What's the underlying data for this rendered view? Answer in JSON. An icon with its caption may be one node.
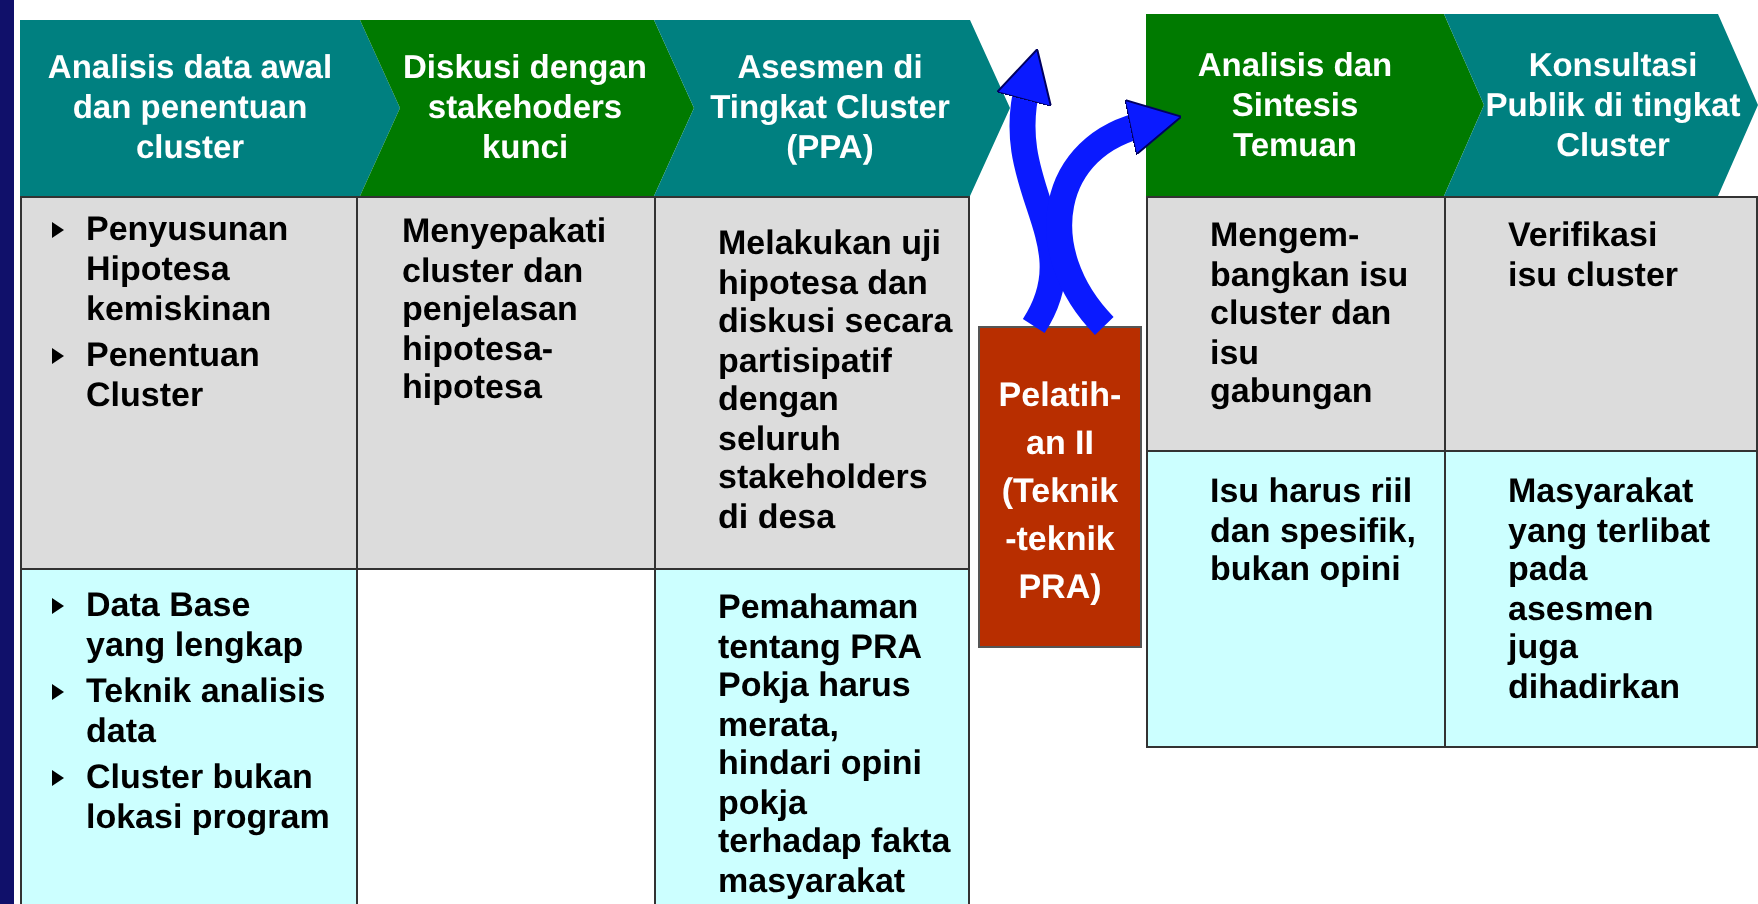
{
  "diagram": {
    "nodes": [
      {
        "text": [
          "Analisis data awal dan penentuan cluster"
        ]
      },
      {
        "text": [
          "Diskusi dengan stakehoders kunci"
        ]
      },
      {
        "text": [
          "Asesmen di Tingkat Cluster (PPA)"
        ]
      },
      {
        "text": [
          "Analisis dan Sintesis Temuan"
        ]
      },
      {
        "text": [
          "Konsultasi Publik di tingkat Cluster"
        ]
      },
      {
        "text": [
          "Penyusunan Hipotesa kemiskinan",
          "Penentuan Cluster"
        ]
      },
      {
        "text": [
          "Menyepakati cluster dan penjelasan hipotesa-hipotesa"
        ]
      },
      {
        "text": [
          "Melakukan uji hipotesa dan diskusi secara partisipatif dengan seluruh stakeholders di desa"
        ]
      },
      {
        "text": [
          "Mengem- bangkan isu cluster dan isu gabungan"
        ]
      },
      {
        "text": [
          "Verifikasi isu cluster"
        ]
      },
      {
        "text": [
          "Data Base yang lengkap",
          "Teknik analisis data",
          "Cluster bukan lokasi program"
        ]
      },
      {
        "text": [
          "Pemahaman tentang PRA Pokja harus merata, hindari opini pokja terhadap fakta masyarakat"
        ]
      },
      {
        "text": [
          "Pelatih- an II (Teknik -teknik PRA)"
        ]
      },
      {
        "text": [
          "Isu harus riil dan spesifik, bukan opini"
        ]
      },
      {
        "text": [
          "Masyarakat yang terlibat pada asesmen juga dihadirkan"
        ]
      }
    ],
    "edges": [
      {
        "from": 12,
        "to": 2,
        "arrow": "to"
      },
      {
        "from": 12,
        "to": 3,
        "arrow": "to"
      }
    ]
  }
}
